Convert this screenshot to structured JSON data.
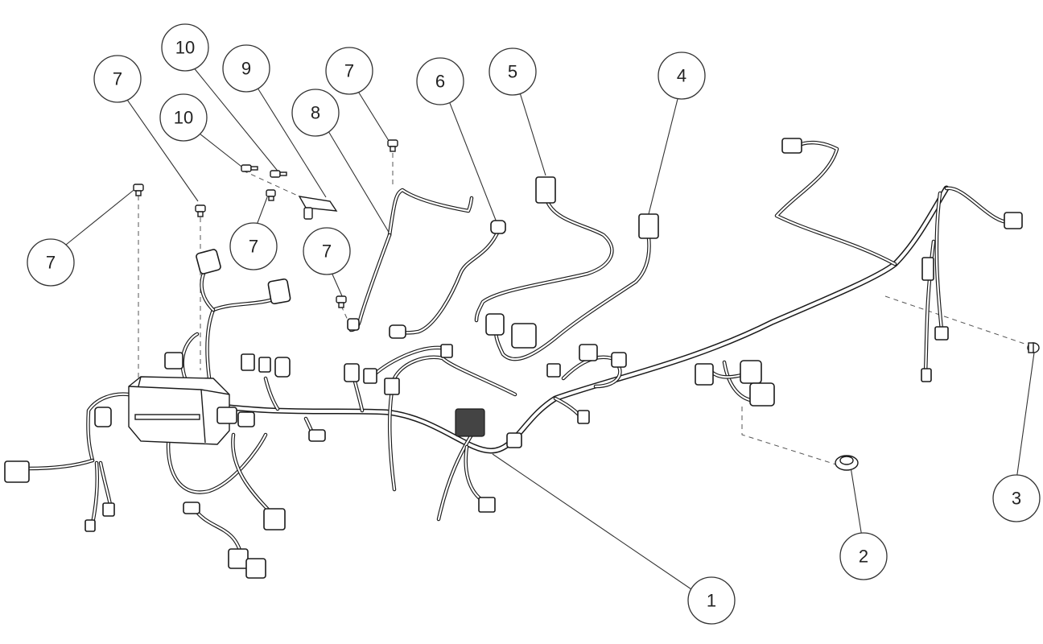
{
  "callouts": [
    {
      "id": "c-10a",
      "label": "10"
    },
    {
      "id": "c-9",
      "label": "9"
    },
    {
      "id": "c-7a",
      "label": "7"
    },
    {
      "id": "c-10b",
      "label": "10"
    },
    {
      "id": "c-8",
      "label": "8"
    },
    {
      "id": "c-7b",
      "label": "7"
    },
    {
      "id": "c-6",
      "label": "6"
    },
    {
      "id": "c-5",
      "label": "5"
    },
    {
      "id": "c-4",
      "label": "4"
    },
    {
      "id": "c-7c",
      "label": "7"
    },
    {
      "id": "c-7d",
      "label": "7"
    },
    {
      "id": "c-7e",
      "label": "7"
    },
    {
      "id": "c-3",
      "label": "3"
    },
    {
      "id": "c-2",
      "label": "2"
    },
    {
      "id": "c-1",
      "label": "1"
    }
  ]
}
